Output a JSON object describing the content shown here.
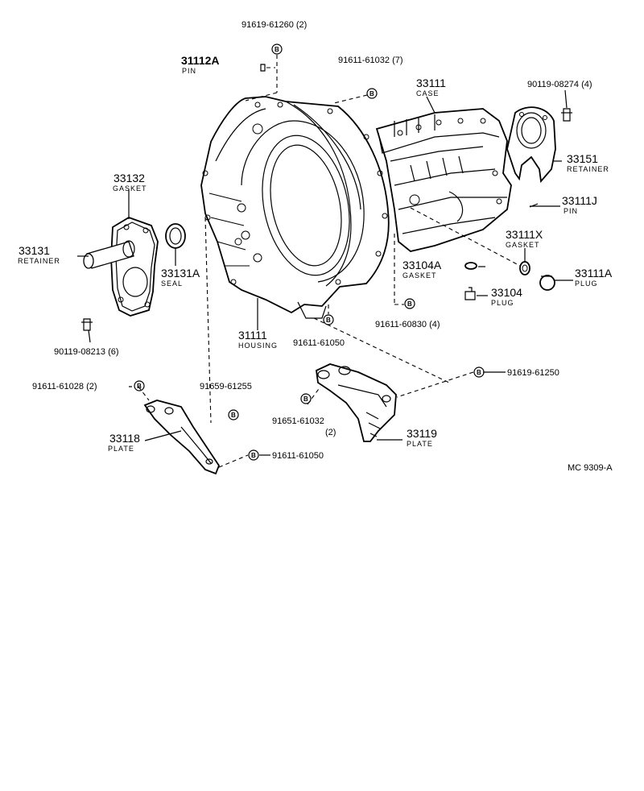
{
  "labels": {
    "l_91619_61260": "91619-61260 (2)",
    "l_31112A": "31112A",
    "l_31112A_sub": "PIN",
    "l_91611_61032": "91611-61032 (7)",
    "l_33111": "33111",
    "l_33111_sub": "CASE",
    "l_90119_08274": "90119-08274 (4)",
    "l_33132": "33132",
    "l_33132_sub": "GASKET",
    "l_33151": "33151",
    "l_33151_sub": "RETAINER",
    "l_33111J": "33111J",
    "l_33111J_sub": "PIN",
    "l_33131": "33131",
    "l_33131_sub": "RETAINER",
    "l_33111X": "33111X",
    "l_33111X_sub": "GASKET",
    "l_33131A": "33131A",
    "l_33131A_sub": "SEAL",
    "l_33104A": "33104A",
    "l_33104A_sub": "GASKET",
    "l_33111A": "33111A",
    "l_33111A_sub": "PLUG",
    "l_33104": "33104",
    "l_33104_sub": "PLUG",
    "l_91611_60830": "91611-60830 (4)",
    "l_90119_08213": "90119-08213 (6)",
    "l_31111": "31111",
    "l_31111_sub": "HOUSING",
    "l_91611_61050a": "91611-61050",
    "l_91619_61250": "91619-61250",
    "l_91611_61028": "91611-61028 (2)",
    "l_91659_61255": "91659-61255",
    "l_91651_61032": "91651-61032",
    "l_91651_61032_qty": "(2)",
    "l_33118": "33118",
    "l_33118_sub": "PLATE",
    "l_33119": "33119",
    "l_33119_sub": "PLATE",
    "l_91611_61050b": "91611-61050",
    "l_code": "MC  9309-A"
  },
  "badge_letter": "B"
}
